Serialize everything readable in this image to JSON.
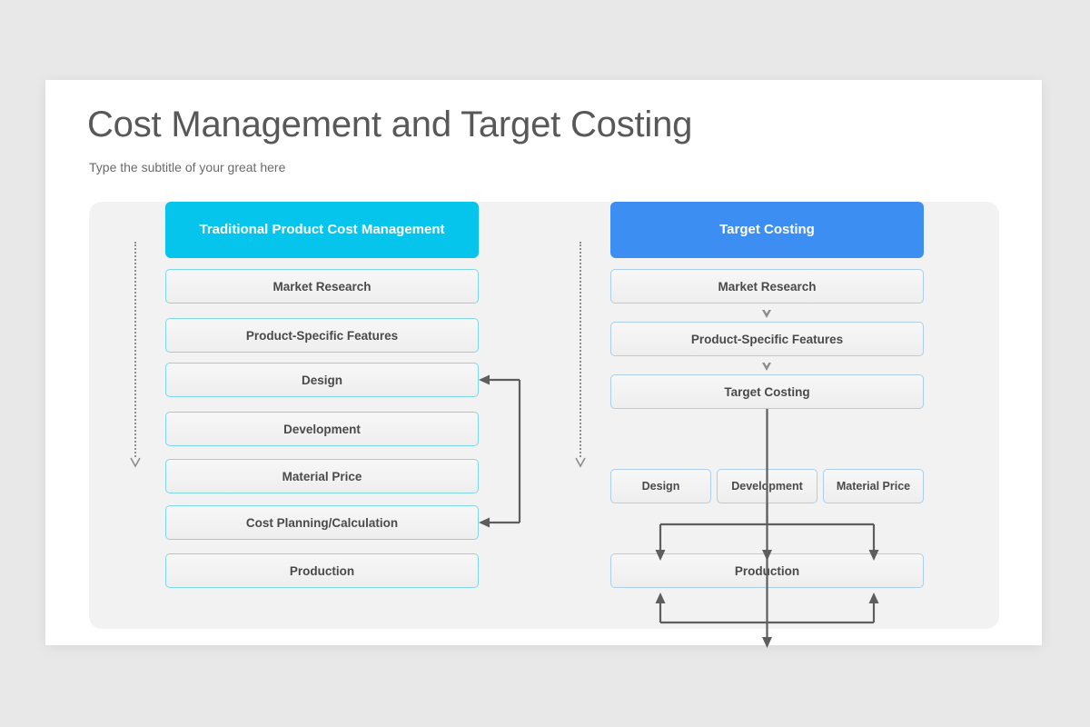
{
  "slide": {
    "title": "Cost Management and Target Costing",
    "subtitle": "Type the subtitle of your great here"
  },
  "colors": {
    "page_background": "#e8e8e8",
    "slide_background": "#ffffff",
    "panel_background": "#f2f2f2",
    "left_accent": "#06c5ec",
    "right_accent": "#3d8ef2",
    "left_box_border": "#7fd8e8",
    "right_box_border": "#aecde8",
    "arrow": "#5e5e5e",
    "dotted_arrow": "#8d8d8d",
    "box_text": "#4a4a4a",
    "title_text": "#585858",
    "subtitle_text": "#6a6a6a"
  },
  "left_column": {
    "header": "Traditional Product Cost Management",
    "steps": [
      "Market Research",
      "Product-Specific Features",
      "Design",
      "Development",
      "Material Price",
      "Cost Planning/Calculation",
      "Production"
    ],
    "feedback_loop": {
      "from": "Cost Planning/Calculation",
      "to": "Design"
    }
  },
  "right_column": {
    "header": "Target Costing",
    "steps": [
      "Market Research",
      "Product-Specific Features",
      "Target Costing"
    ],
    "parallel_steps": [
      "Design",
      "Development",
      "Material Price"
    ],
    "final_step": "Production"
  }
}
